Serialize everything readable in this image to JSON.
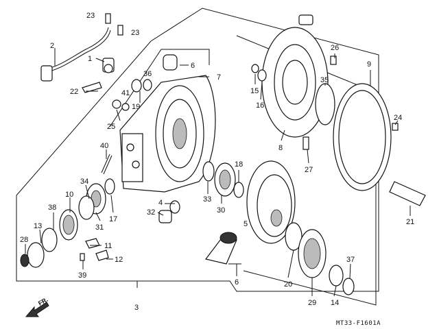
{
  "diagram": {
    "labels": [
      {
        "id": "23a",
        "text": "23"
      },
      {
        "id": "23b",
        "text": "23"
      },
      {
        "id": "2",
        "text": "2"
      },
      {
        "id": "1",
        "text": "1"
      },
      {
        "id": "22",
        "text": "22"
      },
      {
        "id": "6a",
        "text": "6"
      },
      {
        "id": "7",
        "text": "7"
      },
      {
        "id": "36",
        "text": "36"
      },
      {
        "id": "41",
        "text": "41"
      },
      {
        "id": "19",
        "text": "19"
      },
      {
        "id": "25",
        "text": "25"
      },
      {
        "id": "40",
        "text": "40"
      },
      {
        "id": "34",
        "text": "34"
      },
      {
        "id": "10",
        "text": "10"
      },
      {
        "id": "38",
        "text": "38"
      },
      {
        "id": "13",
        "text": "13"
      },
      {
        "id": "28",
        "text": "28"
      },
      {
        "id": "31",
        "text": "31"
      },
      {
        "id": "17",
        "text": "17"
      },
      {
        "id": "11",
        "text": "11"
      },
      {
        "id": "12",
        "text": "12"
      },
      {
        "id": "39",
        "text": "39"
      },
      {
        "id": "4",
        "text": "4"
      },
      {
        "id": "32",
        "text": "32"
      },
      {
        "id": "33",
        "text": "33"
      },
      {
        "id": "30",
        "text": "30"
      },
      {
        "id": "18",
        "text": "18"
      },
      {
        "id": "5",
        "text": "5"
      },
      {
        "id": "6b",
        "text": "6"
      },
      {
        "id": "3",
        "text": "3"
      },
      {
        "id": "15",
        "text": "15"
      },
      {
        "id": "16",
        "text": "16"
      },
      {
        "id": "26",
        "text": "26"
      },
      {
        "id": "35",
        "text": "35"
      },
      {
        "id": "9",
        "text": "9"
      },
      {
        "id": "8",
        "text": "8"
      },
      {
        "id": "27",
        "text": "27"
      },
      {
        "id": "24",
        "text": "24"
      },
      {
        "id": "21",
        "text": "21"
      },
      {
        "id": "20",
        "text": "20"
      },
      {
        "id": "29",
        "text": "29"
      },
      {
        "id": "14",
        "text": "14"
      },
      {
        "id": "37",
        "text": "37"
      }
    ],
    "direction_label": "FR.",
    "figure_code": "MT33-F1601A"
  }
}
